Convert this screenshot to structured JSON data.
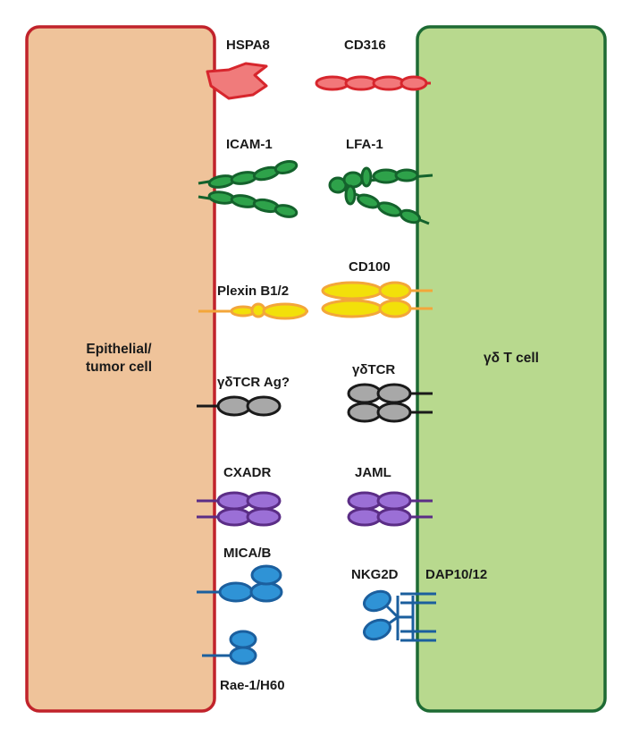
{
  "colors": {
    "epithelial_fill": "#efc39a",
    "epithelial_stroke": "#c1232b",
    "tcell_fill": "#b8d98e",
    "tcell_stroke": "#1e6b34",
    "hspa8_fill": "#f07b7b",
    "hspa8_stroke": "#d7262d",
    "cd316_fill": "#f2787a",
    "green_fill": "#2ea24a",
    "green_stroke": "#14622c",
    "yellow_fill": "#f2e00a",
    "yellow_stroke": "#f3a63a",
    "grey_fill": "#a8a8a8",
    "grey_stroke": "#1a1a1a",
    "purple_fill": "#9b6fd6",
    "purple_stroke": "#5b2d86",
    "blue_fill": "#2f93d6",
    "blue_stroke": "#1b5f9e"
  },
  "cells": {
    "epithelial": [
      "Epithelial/",
      "tumor cell"
    ],
    "tcell": "γδ T cell"
  },
  "labels": {
    "hspa8": "HSPA8",
    "cd316": "CD316",
    "icam1": "ICAM-1",
    "lfa1": "LFA-1",
    "plexin": "Plexin B1/2",
    "cd100": "CD100",
    "tcr_ag": "γδTCR Ag?",
    "tcr": "γδTCR",
    "cxadr": "CXADR",
    "jaml": "JAML",
    "mica": "MICA/B",
    "nkg2d": "NKG2D",
    "dap": "DAP10/12",
    "rae": "Rae-1/H60"
  }
}
